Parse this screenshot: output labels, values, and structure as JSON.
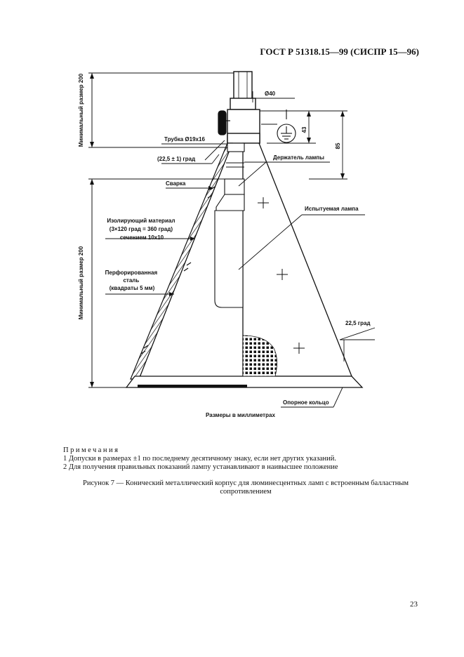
{
  "header": {
    "doc_id": "ГОСТ Р 51318.15—99 (СИСПР 15—96)"
  },
  "figure": {
    "label_min_size": "Минимальный размер 200",
    "label_min_size_upper": "Минимальный размер 200",
    "diam40": "Ø40",
    "dim43": "43",
    "dim85": "85",
    "tube": "Трубка Ø19x16",
    "angle_top": "(22,5 ± 1) град",
    "lamp_holder": "Держатель лампы",
    "weld": "Сварка",
    "insulating": [
      "Изолирующий материал",
      "(3×120 град = 360 град)",
      "сечением 10x10"
    ],
    "perforated": [
      "Перфорированная",
      "сталь",
      "(квадраты 5 мм)"
    ],
    "test_lamp": "Испытуемая лампа",
    "angle_side": "22,5 град",
    "support_ring": "Опорное кольцо",
    "units": "Размеры в миллиметрах"
  },
  "notes": {
    "title": "Примечания",
    "items": [
      "1 Допуски в размерах ±1 по последнему десятичному знаку, если нет других указаний.",
      "2 Для получения правильных показаний лампу устанавливают в наивысшее положение"
    ]
  },
  "caption": "Рисунок 7 — Конический металлический корпус для люминесцентных ламп с встроенным балластным сопротивлением",
  "page_number": "23"
}
